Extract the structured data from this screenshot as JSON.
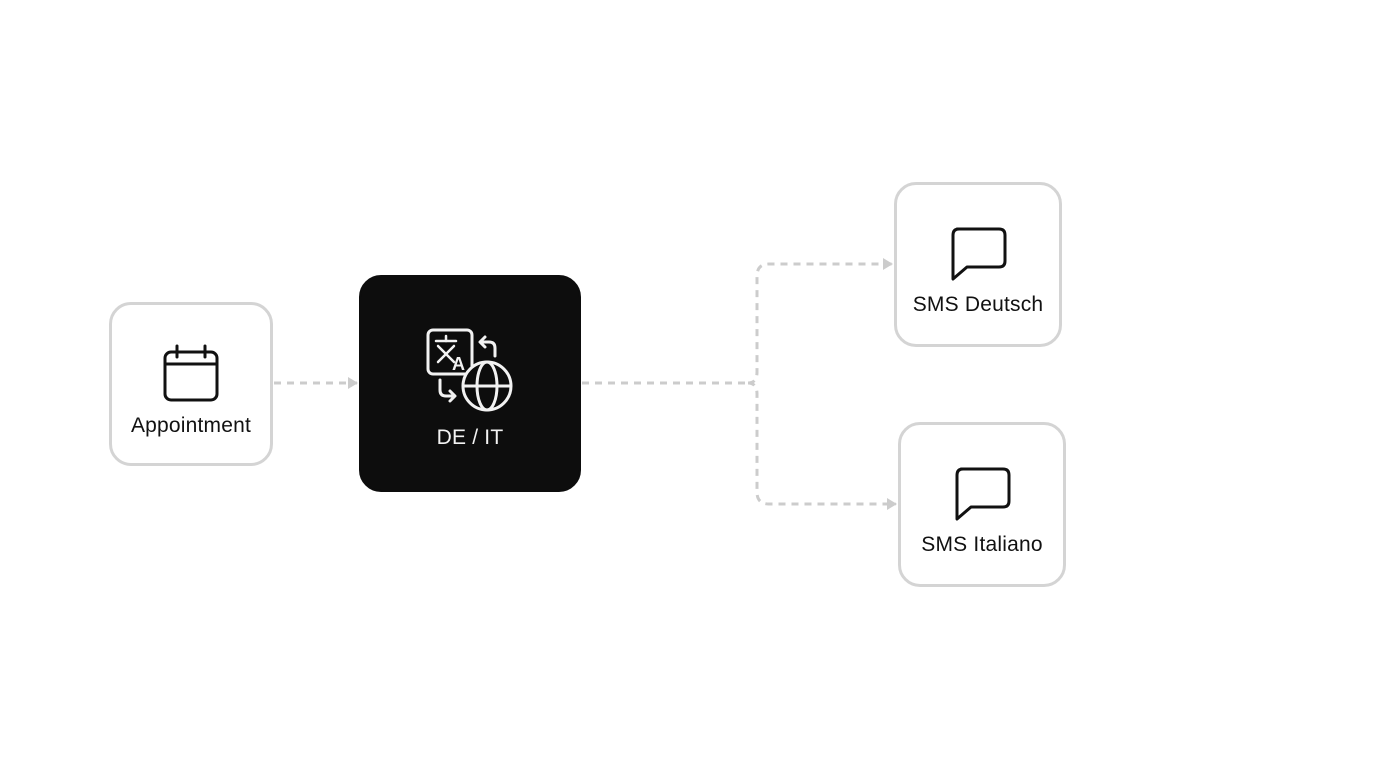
{
  "diagram": {
    "nodes": {
      "appointment": {
        "label": "Appointment",
        "icon": "calendar-icon"
      },
      "translate": {
        "label": "DE / IT",
        "icon": "translate-globe-icon"
      },
      "sms_de": {
        "label": "SMS Deutsch",
        "icon": "message-bubble-icon"
      },
      "sms_it": {
        "label": "SMS Italiano",
        "icon": "message-bubble-icon"
      }
    },
    "edges": [
      {
        "from": "Appointment",
        "to": "DE / IT"
      },
      {
        "from": "DE / IT",
        "to": "SMS Deutsch"
      },
      {
        "from": "DE / IT",
        "to": "SMS Italiano"
      }
    ],
    "colors": {
      "background": "#ffffff",
      "node_border": "#d4d4d4",
      "dark_node": "#0d0d0d",
      "connector": "#cccccc",
      "text": "#111111",
      "dark_text": "#f2f2f2"
    }
  }
}
